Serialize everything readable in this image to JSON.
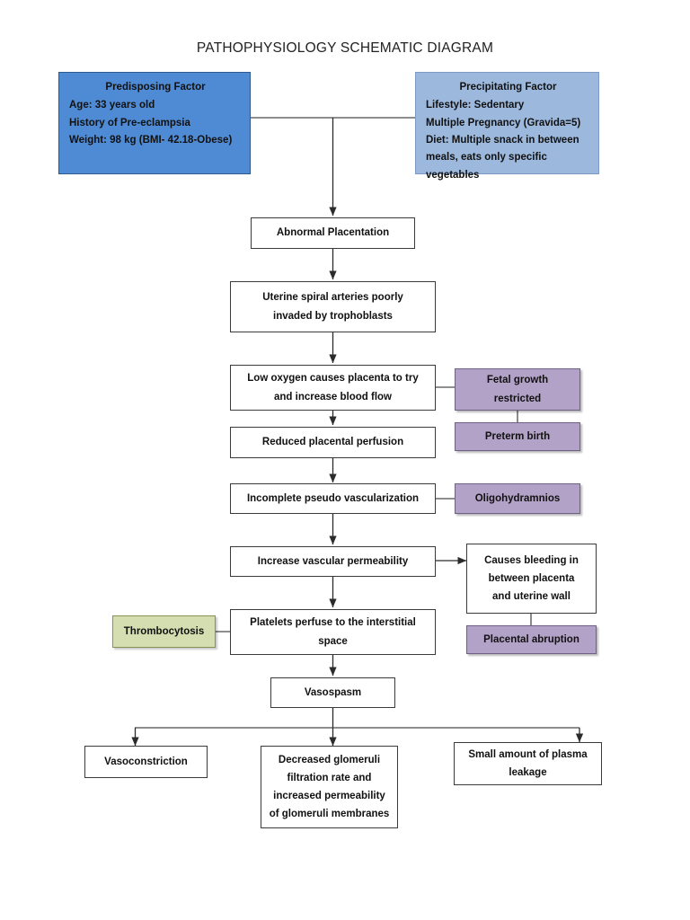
{
  "page": {
    "title": "PATHOPHYSIOLOGY SCHEMATIC DIAGRAM",
    "background": "#ffffff"
  },
  "colors": {
    "predisposing_fill": "#4f8bd4",
    "precipitating_fill": "#9cb8dc",
    "outcome_fill": "#b3a2c7",
    "lab_fill": "#d5deb0",
    "process_fill": "#ffffff",
    "connector": "#3a3a3a"
  },
  "factors": {
    "predisposing": {
      "heading": "Predisposing Factor",
      "lines": [
        "Age: 33 years old",
        "History of Pre-eclampsia",
        "Weight: 98 kg (BMI- 42.18-Obese)"
      ]
    },
    "precipitating": {
      "heading": "Precipitating Factor",
      "lines": [
        "Lifestyle: Sedentary",
        "Multiple Pregnancy (Gravida=5)",
        "Diet: Multiple snack in between",
        "meals, eats only specific",
        "vegetables"
      ]
    }
  },
  "chain": {
    "abnormal_placentation": {
      "lines": [
        "Abnormal Placentation"
      ]
    },
    "spiral_arteries": {
      "lines": [
        "Uterine spiral arteries poorly",
        "invaded by trophoblasts"
      ]
    },
    "low_oxygen": {
      "lines": [
        "Low oxygen causes placenta to try",
        "and increase blood flow"
      ]
    },
    "reduced_perfusion": {
      "lines": [
        "Reduced placental perfusion"
      ]
    },
    "pseudo_vascularization": {
      "lines": [
        "Incomplete pseudo vascularization"
      ]
    },
    "vascular_permeability": {
      "lines": [
        "Increase vascular permeability"
      ]
    },
    "platelets_perfuse": {
      "lines": [
        "Platelets perfuse to the interstitial",
        "space"
      ]
    },
    "vasospasm": {
      "lines": [
        "Vasospasm"
      ]
    }
  },
  "outcomes": {
    "fetal_growth": {
      "lines": [
        "Fetal growth",
        "restricted"
      ]
    },
    "preterm_birth": {
      "lines": [
        "Preterm birth"
      ]
    },
    "oligohydramnios": {
      "lines": [
        "Oligohydramnios"
      ]
    },
    "bleeding": {
      "lines": [
        "Causes bleeding in",
        "between placenta",
        "and uterine wall"
      ]
    },
    "placental_abruption": {
      "lines": [
        "Placental abruption"
      ]
    },
    "thrombocytosis": {
      "lines": [
        "Thrombocytosis"
      ]
    }
  },
  "terminal": {
    "vasoconstriction": {
      "lines": [
        "Vasoconstriction"
      ]
    },
    "decreased_gfr": {
      "lines": [
        "Decreased glomeruli",
        "filtration rate and",
        "increased permeability",
        "of glomeruli membranes"
      ]
    },
    "plasma_leakage": {
      "lines": [
        "Small amount of plasma",
        "leakage"
      ]
    }
  }
}
